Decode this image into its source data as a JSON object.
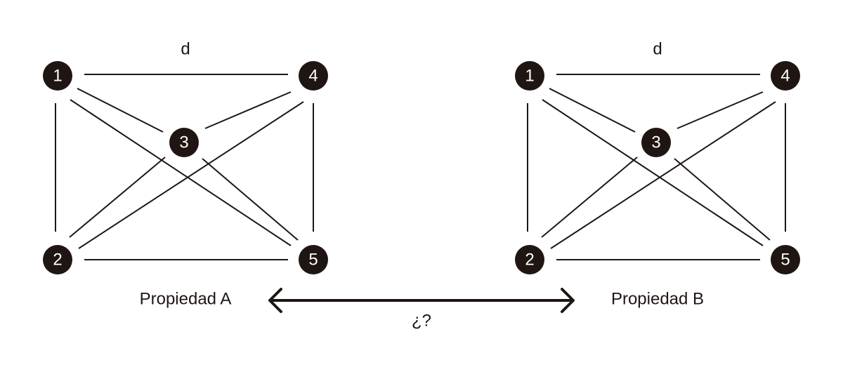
{
  "colors": {
    "ink": "#1f1613",
    "node_text": "#ffffff",
    "background": "#ffffff"
  },
  "graphs": [
    {
      "edge_label": "d",
      "property_label": "Propiedad A",
      "nodes": [
        "1",
        "2",
        "3",
        "4",
        "5"
      ]
    },
    {
      "edge_label": "d",
      "property_label": "Propiedad B",
      "nodes": [
        "1",
        "2",
        "3",
        "4",
        "5"
      ]
    }
  ],
  "relation": {
    "label": "¿?",
    "arrow": "double-headed"
  }
}
